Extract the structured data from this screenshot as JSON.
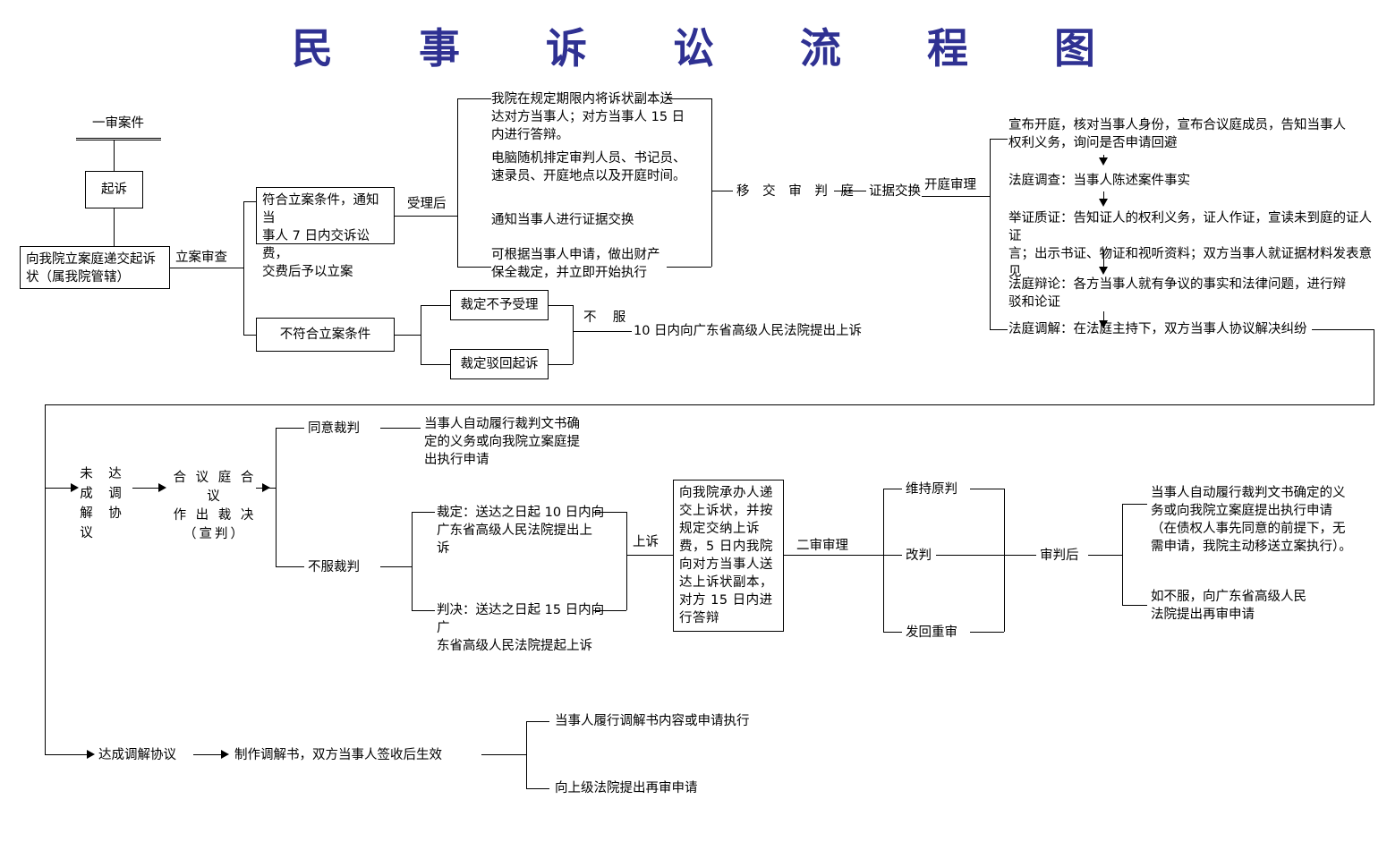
{
  "title": "民 事 诉 讼 流 程 图",
  "title_color": "#2f3192",
  "nodes": {
    "first_instance": "一审案件",
    "sue": "起诉",
    "submit_complaint": "向我院立案庭递交起诉\n状（属我院管辖）",
    "filing_review": "立案审查",
    "meets_conditions": "符合立案条件，通知当\n事人 7 日内交诉讼费，\n交费后予以立案",
    "not_meets_conditions": "不符合立案条件",
    "ruling_no_accept": "裁定不予受理",
    "ruling_dismiss": "裁定驳回起诉",
    "refuse": "不  服",
    "appeal_10_days": "10 日内向广东省高级人民法院提出上诉",
    "after_accept": "受理后",
    "step_serve": "我院在规定期限内将诉状副本送\n达对方当事人；对方当事人 15 日\n内进行答辩。",
    "step_assign": "电脑随机排定审判人员、书记员、\n速录员、开庭地点以及开庭时间。",
    "step_evidence_notice": "通知当事人进行证据交换",
    "step_preservation": "可根据当事人申请，做出财产\n保全裁定，并立即开始执行",
    "transfer_to_court": "移 交 审 判 庭",
    "evidence_exchange": "证据交换",
    "open_trial": "开庭审理",
    "trial_1": "宣布开庭，核对当事人身份，宣布合议庭成员，告知当事人\n权利义务，询问是否申请回避",
    "trial_2": "法庭调查：当事人陈述案件事实",
    "trial_3": "举证质证：告知证人的权利义务，证人作证，宣读未到庭的证人证\n言；出示书证、物证和视听资料；双方当事人就证据材料发表意见",
    "trial_4": "法庭辩论：各方当事人就有争议的事实和法律问题，进行辩\n驳和论证",
    "trial_5": "法庭调解：在法庭主持下，双方当事人协议解决纠纷",
    "no_mediation_col1": "未\n成\n解\n议",
    "no_mediation_col2": "达\n调\n协",
    "panel_decision": "合 议 庭 合 议\n作 出 裁 决\n（宣判）",
    "accept_judgment": "同意裁判",
    "accept_judgment_detail": "当事人自动履行裁判文书确\n定的义务或向我院立案庭提\n出执行申请",
    "refuse_judgment": "不服裁判",
    "ruling_appeal_10": "裁定：送达之日起 10 日内向\n广东省高级人民法院提出上\n诉",
    "judgment_appeal_15": "判决：送达之日起 15 日内向广\n东省高级人民法院提起上诉",
    "appeal_label": "上诉",
    "appeal_box": "向我院承办人递\n交上诉状，并按\n规定交纳上诉\n费，5 日内我院\n向对方当事人送\n达上诉状副本，\n对方 15 日内进\n行答辩",
    "second_instance": "二审审理",
    "uphold": "维持原判",
    "revise": "改判",
    "remand": "发回重审",
    "after_trial": "审判后",
    "after_trial_detail_1": "当事人自动履行裁判文书确定的义\n务或向我院立案庭提出执行申请\n（在债权人事先同意的前提下，无\n需申请，我院主动移送立案执行）。",
    "after_trial_detail_2": "如不服，向广东省高级人民\n法院提出再审申请",
    "mediation_reached": "达成调解协议",
    "mediation_doc": "制作调解书，双方当事人签收后生效",
    "mediation_out_1": "当事人履行调解书内容或申请执行",
    "mediation_out_2": "向上级法院提出再审申请"
  }
}
